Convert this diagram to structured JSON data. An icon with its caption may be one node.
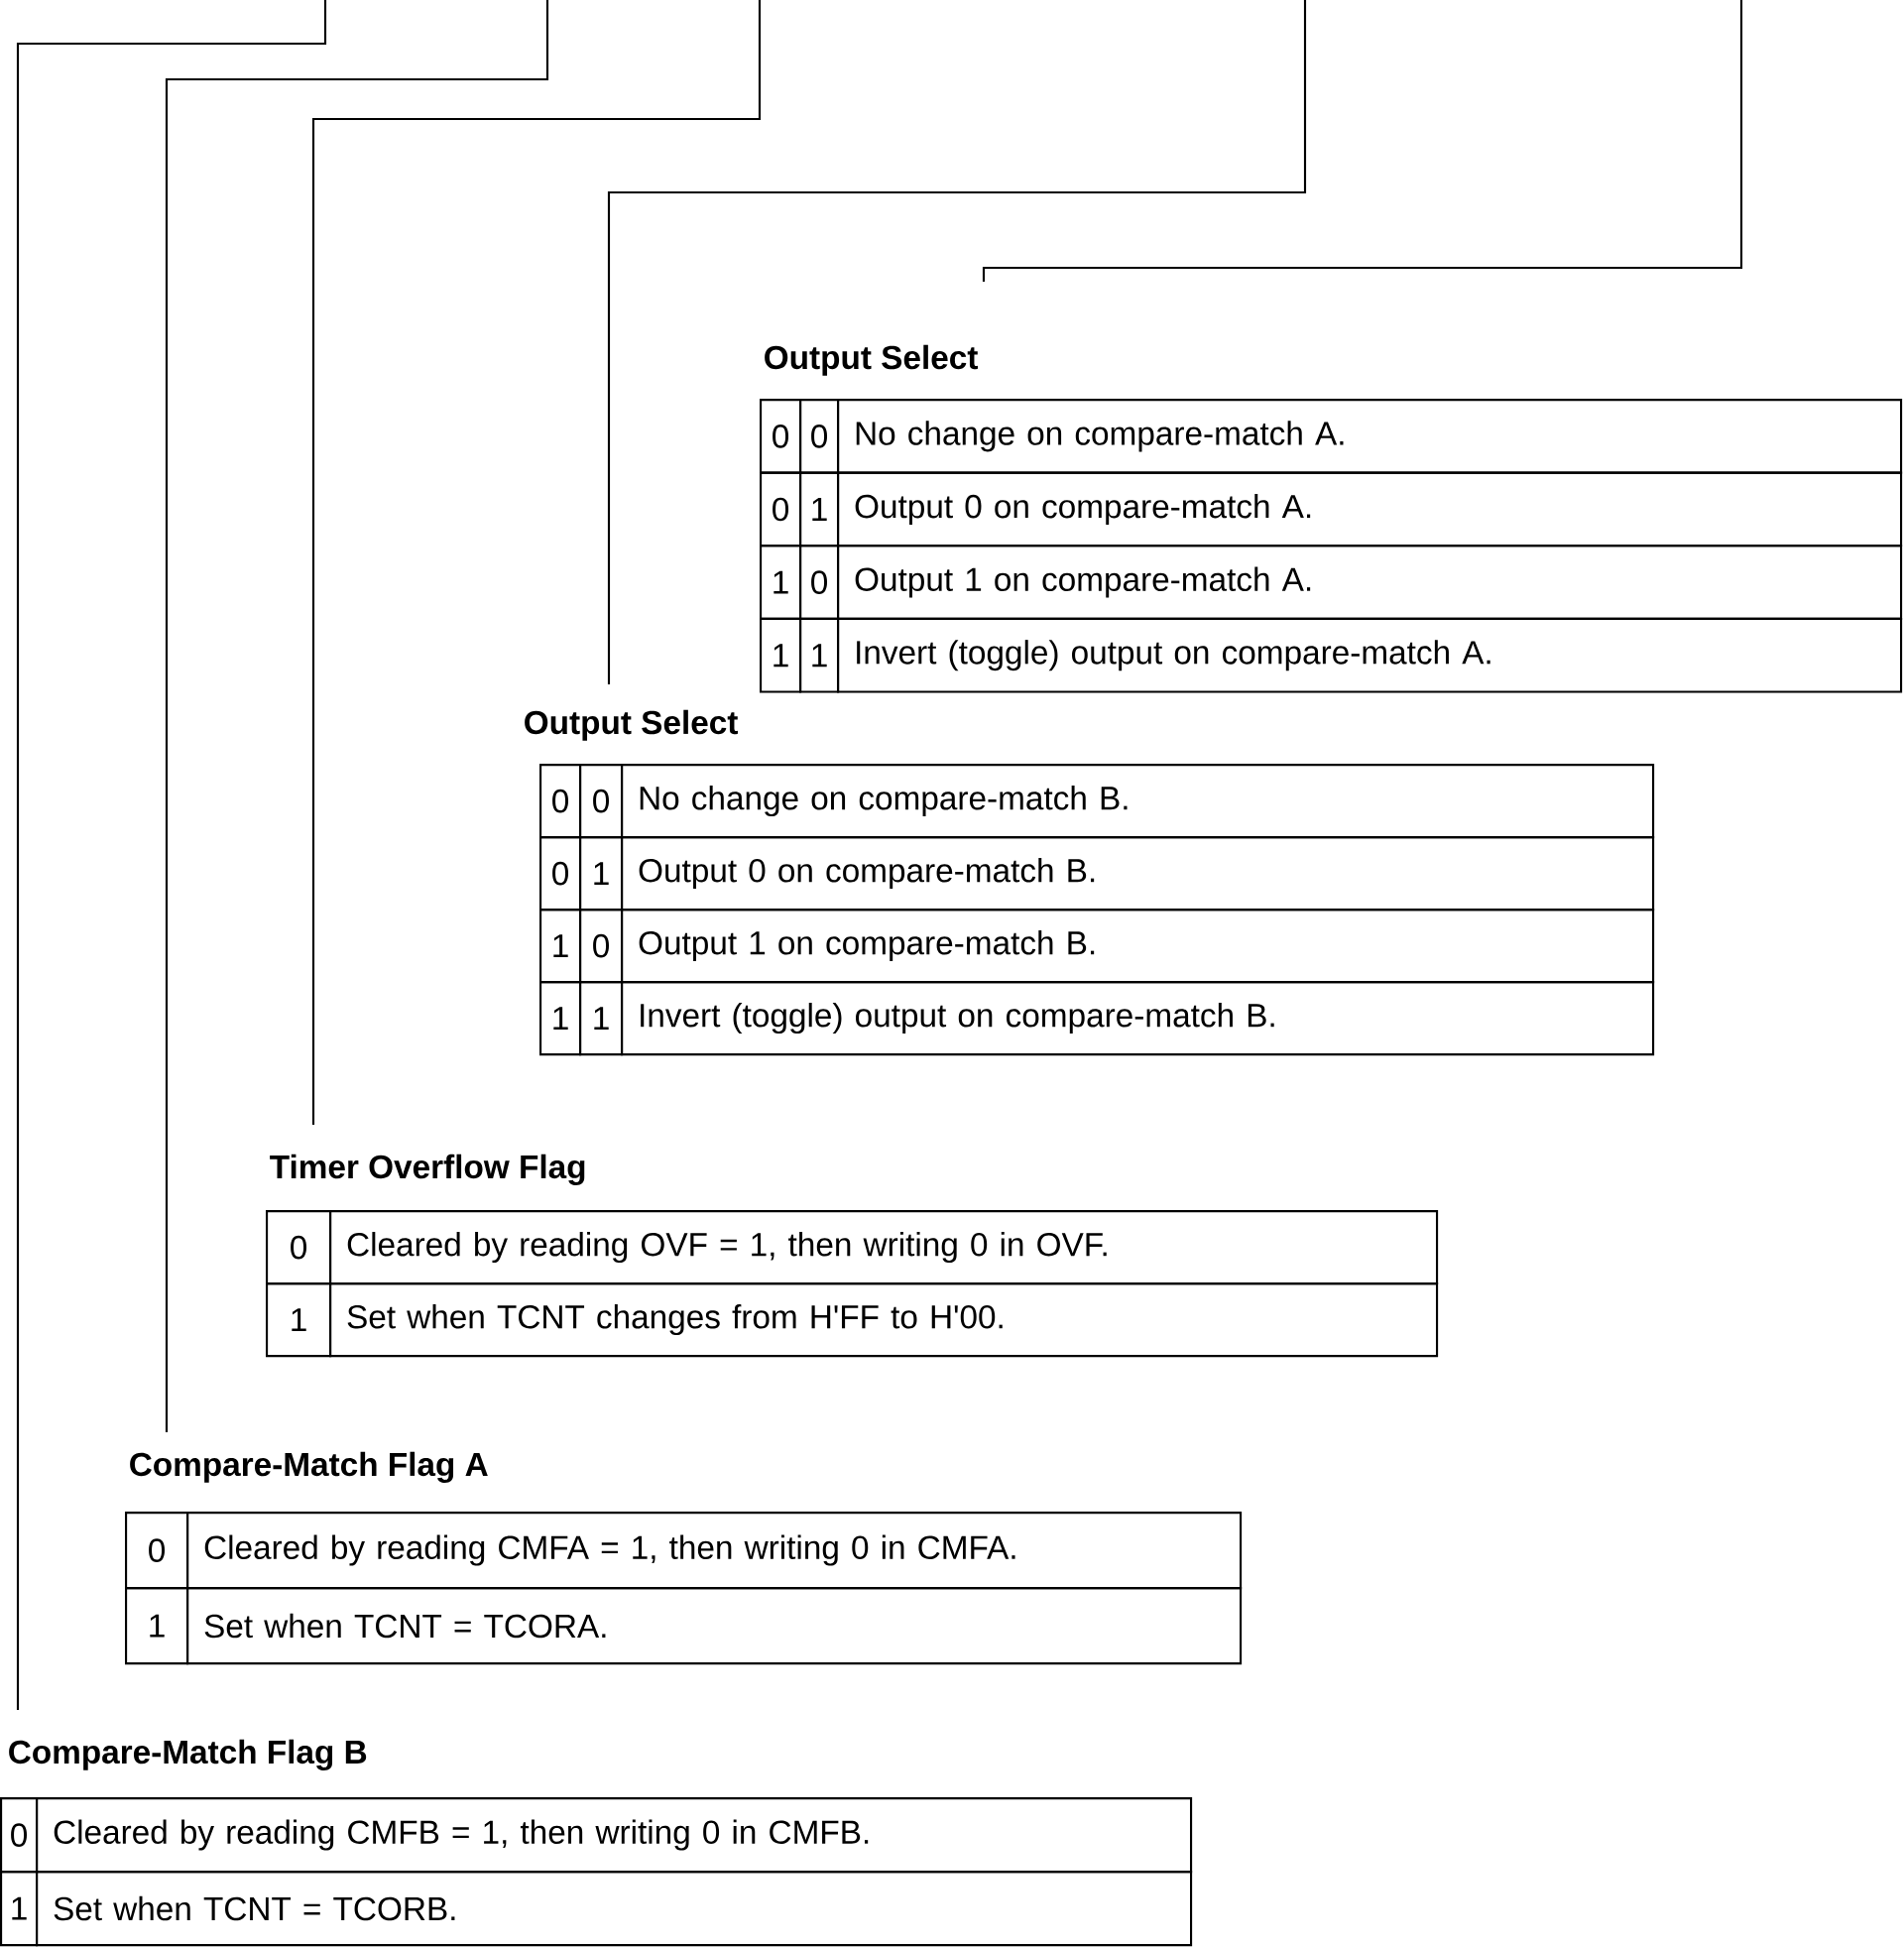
{
  "diagram": {
    "nodes": [
      {
        "text": [
          "Output Select"
        ]
      },
      {
        "text": [
          "Output Select"
        ]
      },
      {
        "text": [
          "Timer Overflow Flag"
        ]
      },
      {
        "text": [
          "Compare-Match Flag A"
        ]
      },
      {
        "text": [
          "Compare-Match Flag B"
        ]
      }
    ],
    "edges": [
      {
        "from": null,
        "to": 0,
        "arrow": "none"
      },
      {
        "from": null,
        "to": 1,
        "arrow": "none"
      },
      {
        "from": null,
        "to": 2,
        "arrow": "none"
      },
      {
        "from": null,
        "to": 3,
        "arrow": "none"
      },
      {
        "from": null,
        "to": 4,
        "arrow": "none"
      }
    ],
    "labels": [
      "0",
      "0",
      "No change on compare-match A.",
      "0",
      "1",
      "Output 0 on compare-match A.",
      "1",
      "0",
      "Output 1 on compare-match A.",
      "1",
      "1",
      "Invert (toggle) output on compare-match A.",
      "0",
      "0",
      "No change on compare-match B.",
      "0",
      "1",
      "Output 0 on compare-match B.",
      "1",
      "0",
      "Output 1 on compare-match B.",
      "1",
      "1",
      "Invert (toggle) output on compare-match B.",
      "0",
      "Cleared by reading OVF = 1, then writing  0 in OVF.",
      "1",
      "Set when TCNT changes from H'FF to H'00.",
      "0",
      "Cleared by reading CMFA = 1, then writing 0 in CMFA.",
      "1",
      "Set when TCNT = TCORA.",
      "0",
      "Cleared by reading CMFB = 1, then writing 0 in CMFB.",
      "1",
      "Set when TCNT = TCORB."
    ]
  }
}
